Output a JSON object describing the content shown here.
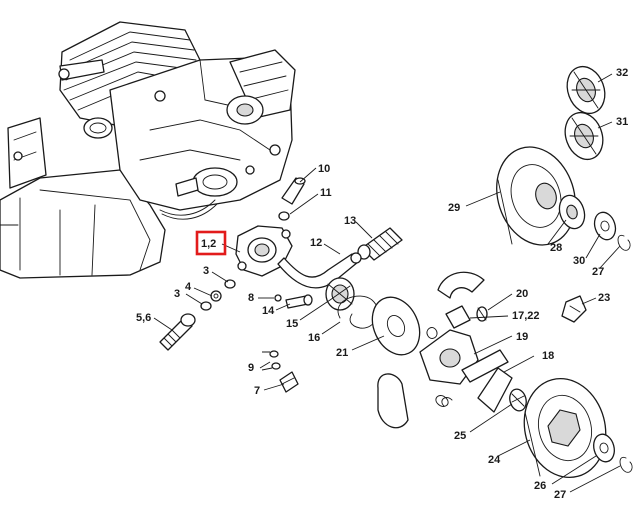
{
  "highlight_color": "#e21b1b",
  "callouts": {
    "c_32": "32",
    "c_31": "31",
    "c_10": "10",
    "c_11": "11",
    "c_13": "13",
    "c_29": "29",
    "c_1_2": "1,2",
    "c_12": "12",
    "c_3a": "3",
    "c_4": "4",
    "c_3b": "3",
    "c_28": "28",
    "c_30": "30",
    "c_27a": "27",
    "c_8": "8",
    "c_14": "14",
    "c_20": "20",
    "c_23": "23",
    "c_5_6": "5,6",
    "c_15": "15",
    "c_17_22": "17,22",
    "c_16": "16",
    "c_21": "21",
    "c_19": "19",
    "c_18": "18",
    "c_9": "9",
    "c_7": "7",
    "c_25": "25",
    "c_24": "24",
    "c_26": "26",
    "c_27b": "27"
  }
}
